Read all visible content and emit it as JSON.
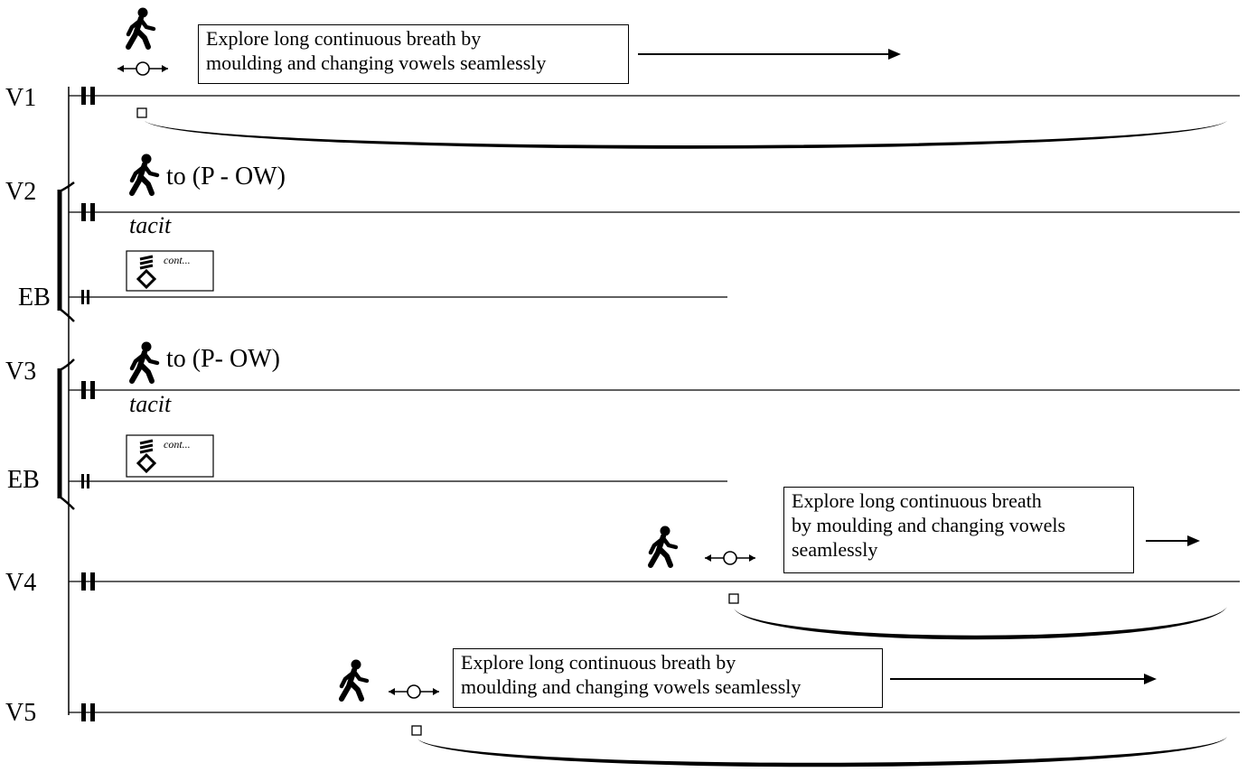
{
  "staves": [
    {
      "label": "V1"
    },
    {
      "label": "V2",
      "to_text": "to (P - OW)",
      "tacit": "tacit"
    },
    {
      "label": "EB",
      "cont": "cont..."
    },
    {
      "label": "V3",
      "to_text": "to (P- OW)",
      "tacit": "tacit"
    },
    {
      "label": "EB",
      "cont": "cont..."
    },
    {
      "label": "V4"
    },
    {
      "label": "V5"
    }
  ],
  "instructions": [
    {
      "text_lines": [
        "Explore long continuous breath by",
        "moulding and changing vowels seamlessly"
      ]
    },
    {
      "text_lines": [
        "Explore long continuous breath",
        "by moulding and changing vowels",
        "seamlessly"
      ]
    },
    {
      "text_lines": [
        "Explore long continuous breath by",
        "moulding and changing vowels seamlessly"
      ]
    }
  ],
  "icons": {
    "walking": "walking-person-icon",
    "circle_arrow": "double-arrow-circle-icon",
    "square": "open-square-icon",
    "diamond": "diamond-notehead-icon"
  },
  "colors": {
    "ink": "#000000",
    "paper": "#ffffff"
  }
}
